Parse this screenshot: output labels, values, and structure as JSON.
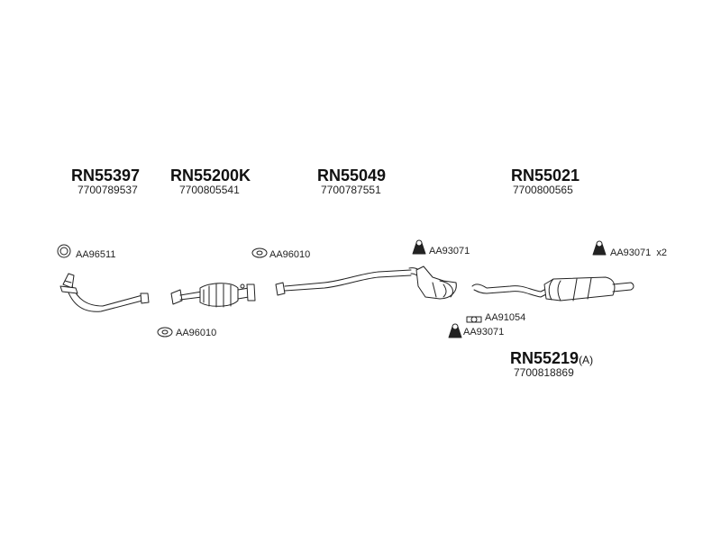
{
  "parts": [
    {
      "code": "RN55397",
      "oem": "7700789537"
    },
    {
      "code": "RN55200K",
      "oem": "7700805541"
    },
    {
      "code": "RN55049",
      "oem": "7700787551"
    },
    {
      "code": "RN55021",
      "oem": "7700800565"
    },
    {
      "code": "RN55219",
      "suffix": "(A)",
      "oem": "7700818869"
    }
  ],
  "fittings": [
    {
      "ref": "AA96511"
    },
    {
      "ref": "AA96010"
    },
    {
      "ref": "AA96010"
    },
    {
      "ref": "AA93071"
    },
    {
      "ref": "AA93071",
      "qty": "x2"
    },
    {
      "ref": "AA91054"
    },
    {
      "ref": "AA93071"
    }
  ]
}
